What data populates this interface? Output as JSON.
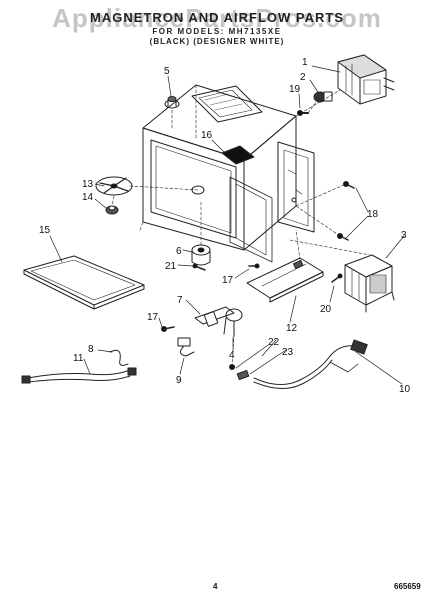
{
  "header": {
    "title": "MAGNETRON AND AIRFLOW PARTS",
    "models": "FOR MODELS: MH7135XE",
    "variants": "(BLACK)  (DESIGNER WHITE)"
  },
  "watermark": "AppliancePartsPros.com",
  "callouts": {
    "p1": "1",
    "p2": "2",
    "p3": "3",
    "p4": "4",
    "p5": "5",
    "p6": "6",
    "p7": "7",
    "p8": "8",
    "p9": "9",
    "p10": "10",
    "p11": "11",
    "p12": "12",
    "p13": "13",
    "p14": "14",
    "p15": "15",
    "p16": "16",
    "p17a": "17",
    "p17b": "17",
    "p18": "18",
    "p19": "19",
    "p20": "20",
    "p21": "21",
    "p22": "22",
    "p23": "23"
  },
  "footer": {
    "page": "4",
    "code": "665659"
  }
}
